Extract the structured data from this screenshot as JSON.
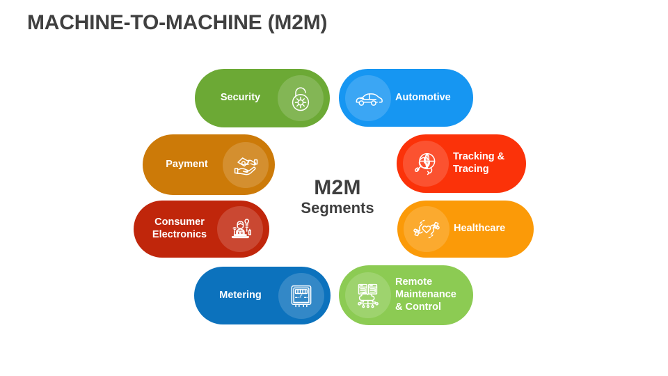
{
  "slide": {
    "title": "MACHINE-TO-MACHINE (M2M)",
    "background_color": "#FFFFFF",
    "title_color": "#404040"
  },
  "center": {
    "line1": "M2M",
    "line2": "Segments",
    "color": "#3F3F3F"
  },
  "segments": [
    {
      "id": "security",
      "label": "Security",
      "color": "#6CA935",
      "icon": "open-padlock-gear-icon",
      "icon_side": "right"
    },
    {
      "id": "automotive",
      "label": "Automotive",
      "color": "#1696F2",
      "icon": "car-icon",
      "icon_side": "left"
    },
    {
      "id": "payment",
      "label": "Payment",
      "color": "#CC7A08",
      "icon": "hand-giving-money-icon",
      "icon_side": "right"
    },
    {
      "id": "tracking",
      "label": "Tracking &\nTracing",
      "color": "#FB3209",
      "icon": "magnifier-globe-icon",
      "icon_side": "left"
    },
    {
      "id": "consumer-electronics",
      "label": "Consumer\nElectronics",
      "color": "#C0260B",
      "icon": "person-laptop-icon",
      "icon_side": "right"
    },
    {
      "id": "healthcare",
      "label": "Healthcare",
      "color": "#FB9A08",
      "icon": "hands-heart-icon",
      "icon_side": "left"
    },
    {
      "id": "metering",
      "label": "Metering",
      "color": "#0C72BD",
      "icon": "electric-meter-icon",
      "icon_side": "right"
    },
    {
      "id": "remote-maintenance",
      "label": "Remote\nMaintenance\n& Control",
      "color": "#8CCB53",
      "icon": "cloud-servers-network-icon",
      "icon_side": "left"
    }
  ]
}
